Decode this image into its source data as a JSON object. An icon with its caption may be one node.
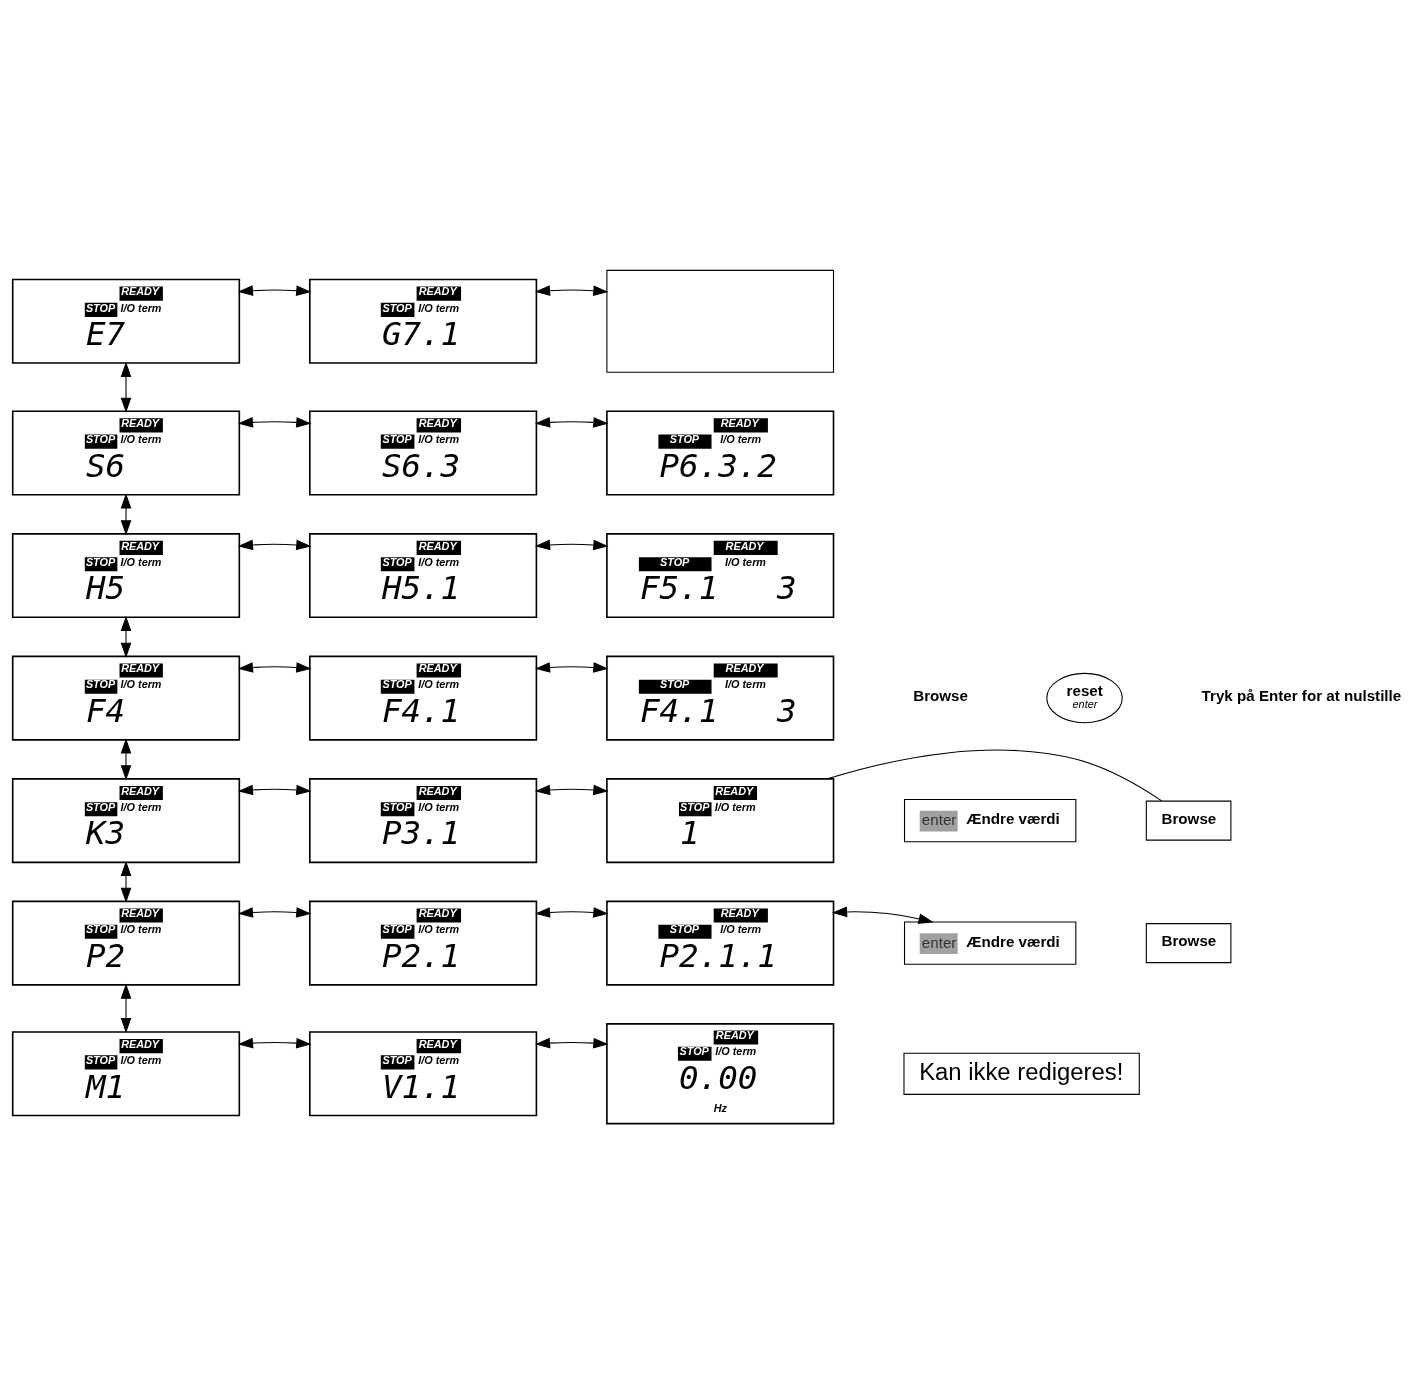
{
  "diagram": {
    "nodes": [
      {
        "text": [
          "READY",
          "STOP",
          "I/O term",
          "E7"
        ]
      },
      {
        "text": [
          "READY",
          "STOP",
          "I/O term",
          "G7.1"
        ]
      },
      {
        "text": [],
        "shape": "box"
      },
      {
        "text": [
          "READY",
          "STOP",
          "I/O term",
          "S6"
        ]
      },
      {
        "text": [
          "READY",
          "STOP",
          "I/O term",
          "S6.3"
        ]
      },
      {
        "text": [
          "READY",
          "STOP",
          "I/O term",
          "P6.3.2"
        ]
      },
      {
        "text": [
          "READY",
          "STOP",
          "I/O term",
          "H5"
        ]
      },
      {
        "text": [
          "READY",
          "STOP",
          "I/O term",
          "H5.1"
        ]
      },
      {
        "text": [
          "READY",
          "STOP",
          "I/O term",
          "F5.1",
          "3"
        ]
      },
      {
        "text": [
          "READY",
          "STOP",
          "I/O term",
          "F4"
        ]
      },
      {
        "text": [
          "READY",
          "STOP",
          "I/O term",
          "F4.1"
        ]
      },
      {
        "text": [
          "READY",
          "STOP",
          "I/O term",
          "F4.1",
          "3"
        ]
      },
      {
        "text": [
          "reset",
          "enter"
        ]
      },
      {
        "text": [
          "READY",
          "STOP",
          "I/O term",
          "K3"
        ]
      },
      {
        "text": [
          "READY",
          "STOP",
          "I/O term",
          "P3.1"
        ]
      },
      {
        "text": [
          "READY",
          "STOP",
          "I/O term",
          "1"
        ]
      },
      {
        "text": [
          "enter",
          "Ændre værdi"
        ]
      },
      {
        "text": [
          "Browse"
        ]
      },
      {
        "text": [
          "READY",
          "STOP",
          "I/O term",
          "P2"
        ]
      },
      {
        "text": [
          "READY",
          "STOP",
          "I/O term",
          "P2.1"
        ]
      },
      {
        "text": [
          "READY",
          "STOP",
          "I/O term",
          "P2.1.1"
        ]
      },
      {
        "text": [
          "enter",
          "Ændre værdi"
        ]
      },
      {
        "text": [
          "Browse"
        ]
      },
      {
        "text": [
          "READY",
          "STOP",
          "I/O term",
          "M1"
        ]
      },
      {
        "text": [
          "READY",
          "STOP",
          "I/O term",
          "V1.1"
        ]
      },
      {
        "text": [
          "READY",
          "STOP",
          "I/O term",
          "0.00",
          "Hz"
        ]
      },
      {
        "text": [
          "Kan ikke redigeres!"
        ]
      }
    ],
    "edges": [
      {
        "from": 0,
        "to": 1,
        "arrow": "both"
      },
      {
        "from": 1,
        "to": 2,
        "arrow": "both"
      },
      {
        "from": 0,
        "to": 3,
        "arrow": "both"
      },
      {
        "from": 3,
        "to": 4,
        "arrow": "both"
      },
      {
        "from": 4,
        "to": 5,
        "arrow": "both"
      },
      {
        "from": 3,
        "to": 6,
        "arrow": "both"
      },
      {
        "from": 6,
        "to": 7,
        "arrow": "both"
      },
      {
        "from": 7,
        "to": 8,
        "arrow": "both"
      },
      {
        "from": 6,
        "to": 9,
        "arrow": "both"
      },
      {
        "from": 9,
        "to": 10,
        "arrow": "both"
      },
      {
        "from": 10,
        "to": 11,
        "arrow": "both"
      },
      {
        "from": 9,
        "to": 13,
        "arrow": "both"
      },
      {
        "from": 13,
        "to": 14,
        "arrow": "both"
      },
      {
        "from": 14,
        "to": 15,
        "arrow": "both"
      },
      {
        "from": 15,
        "to": 17,
        "arrow": "none"
      },
      {
        "from": 13,
        "to": 18,
        "arrow": "both"
      },
      {
        "from": 18,
        "to": 19,
        "arrow": "both"
      },
      {
        "from": 19,
        "to": 20,
        "arrow": "both"
      },
      {
        "from": 20,
        "to": 21,
        "arrow": "both"
      },
      {
        "from": 18,
        "to": 23,
        "arrow": "both"
      },
      {
        "from": 23,
        "to": 24,
        "arrow": "both"
      },
      {
        "from": 24,
        "to": 25,
        "arrow": "both"
      }
    ],
    "labels": [
      "Browse",
      "Tryk på Enter for at nulstille"
    ]
  }
}
